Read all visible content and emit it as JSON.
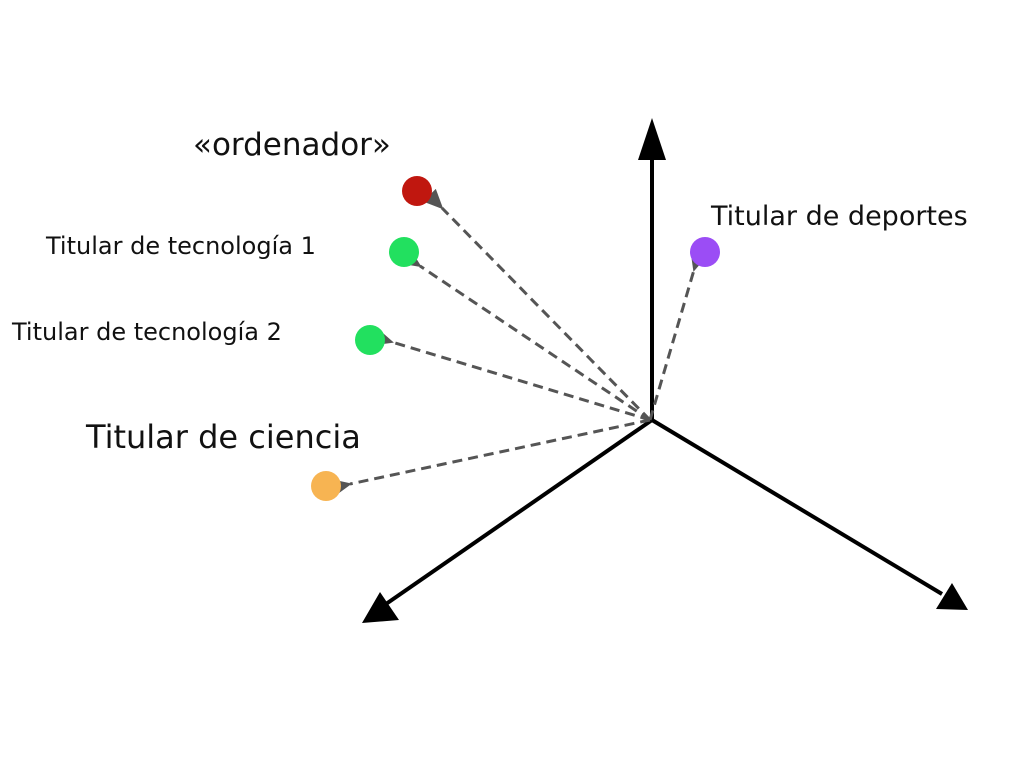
{
  "diagram": {
    "colors": {
      "axis": "#000000",
      "vector": "#555555"
    },
    "points": [
      {
        "id": "ordenador",
        "label": "«ordenador»",
        "color": "#C0170F"
      },
      {
        "id": "tech1",
        "label": "Titular de tecnología 1",
        "color": "#22E05F"
      },
      {
        "id": "tech2",
        "label": "Titular de tecnología 2",
        "color": "#22E05F"
      },
      {
        "id": "ciencia",
        "label": "Titular de ciencia",
        "color": "#F7B452"
      },
      {
        "id": "deportes",
        "label": "Titular de deportes",
        "color": "#9B4DF5"
      }
    ]
  }
}
